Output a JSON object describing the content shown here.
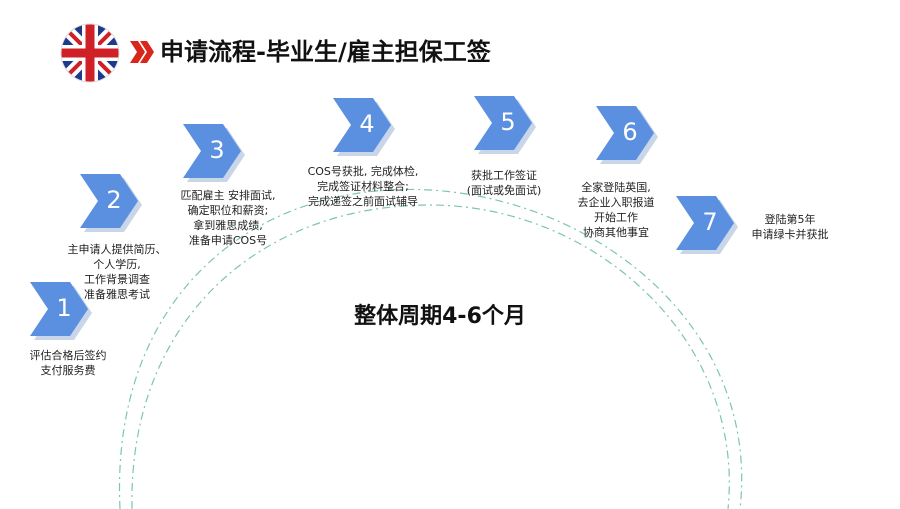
{
  "header": {
    "title": "申请流程-毕业生/雇主担保工签"
  },
  "center_label": "整体周期4-6个月",
  "colors": {
    "chevron": "#5b8fe0",
    "chevron_dark": "#3f74cf",
    "arc": "#7cc4b4",
    "title_chevron": "#d9261c"
  },
  "steps": [
    {
      "number": "1",
      "lines": [
        "评估合格后签约",
        "支付服务费"
      ]
    },
    {
      "number": "2",
      "lines": [
        "主申请人提供简历、",
        "个人学历,",
        "工作背景调查",
        "准备雅思考试"
      ]
    },
    {
      "number": "3",
      "lines": [
        "匹配雇主  安排面试,",
        "确定职位和薪资;",
        "拿到雅思成绩,",
        "准备申请COS号"
      ]
    },
    {
      "number": "4",
      "lines": [
        "COS号获批, 完成体检,",
        "完成签证材料整合;",
        "完成递签之前面试辅导"
      ]
    },
    {
      "number": "5",
      "lines": [
        "获批工作签证",
        "(面试或免面试)"
      ]
    },
    {
      "number": "6",
      "lines": [
        "全家登陆英国,",
        "去企业入职报道",
        "开始工作",
        "协商其他事宜"
      ]
    },
    {
      "number": "7",
      "lines": [
        "登陆第5年",
        "申请绿卡并获批"
      ]
    }
  ]
}
